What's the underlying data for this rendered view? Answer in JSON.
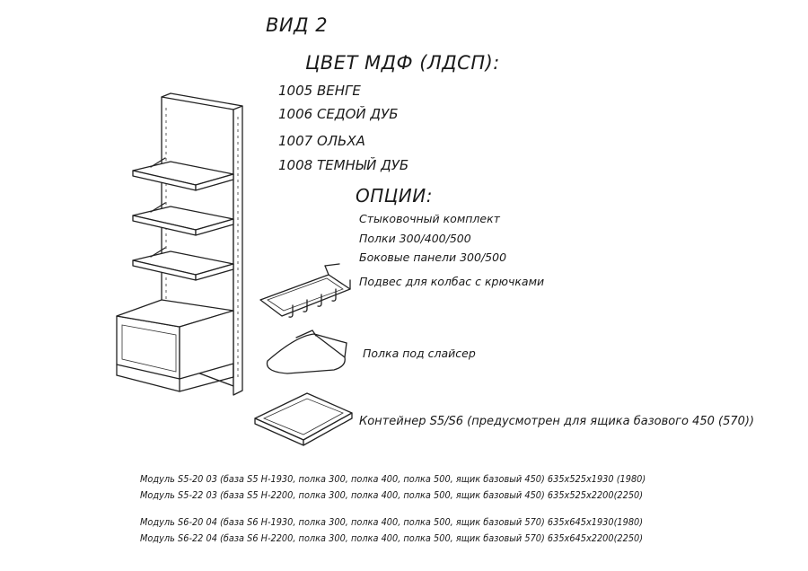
{
  "view_title": "ВИД 2",
  "color_title": "ЦВЕТ МДФ (ЛДСП):",
  "colors": [
    "1005 ВЕНГЕ",
    "1006 СЕДОЙ ДУБ",
    "1007 ОЛЬХА",
    "1008 ТЕМНЫЙ ДУБ"
  ],
  "options_title": "ОПЦИИ:",
  "options": [
    "Стыковочный комплект",
    "Полки 300/400/500",
    "Боковые панели 300/500"
  ],
  "accessories": {
    "sausage_hanger": "Подвес для колбас с крючками",
    "slicer_shelf": "Полка под слайсер",
    "container": "Контейнер S5/S6 (предусмотрен для ящика базового 450 (570))"
  },
  "modules": [
    "Модуль S5-20 03 (база S5 H-1930, полка 300, полка 400, полка 500, ящик базовый 450) 635x525x1930 (1980)",
    "Модуль S5-22 03 (база S5 H-2200, полка 300, полка 400, полка 500, ящик базовый 450) 635x525x2200(2250)",
    "Модуль S6-20 04 (база S6 H-1930, полка 300, полка 400, полка 500, ящик базовый 570) 635x645x1930(1980)",
    "Модуль S6-22 04 (база S6 H-2200, полка 300, полка 400, полка 500, ящик базовый 570) 635x645x2200(2250)"
  ]
}
